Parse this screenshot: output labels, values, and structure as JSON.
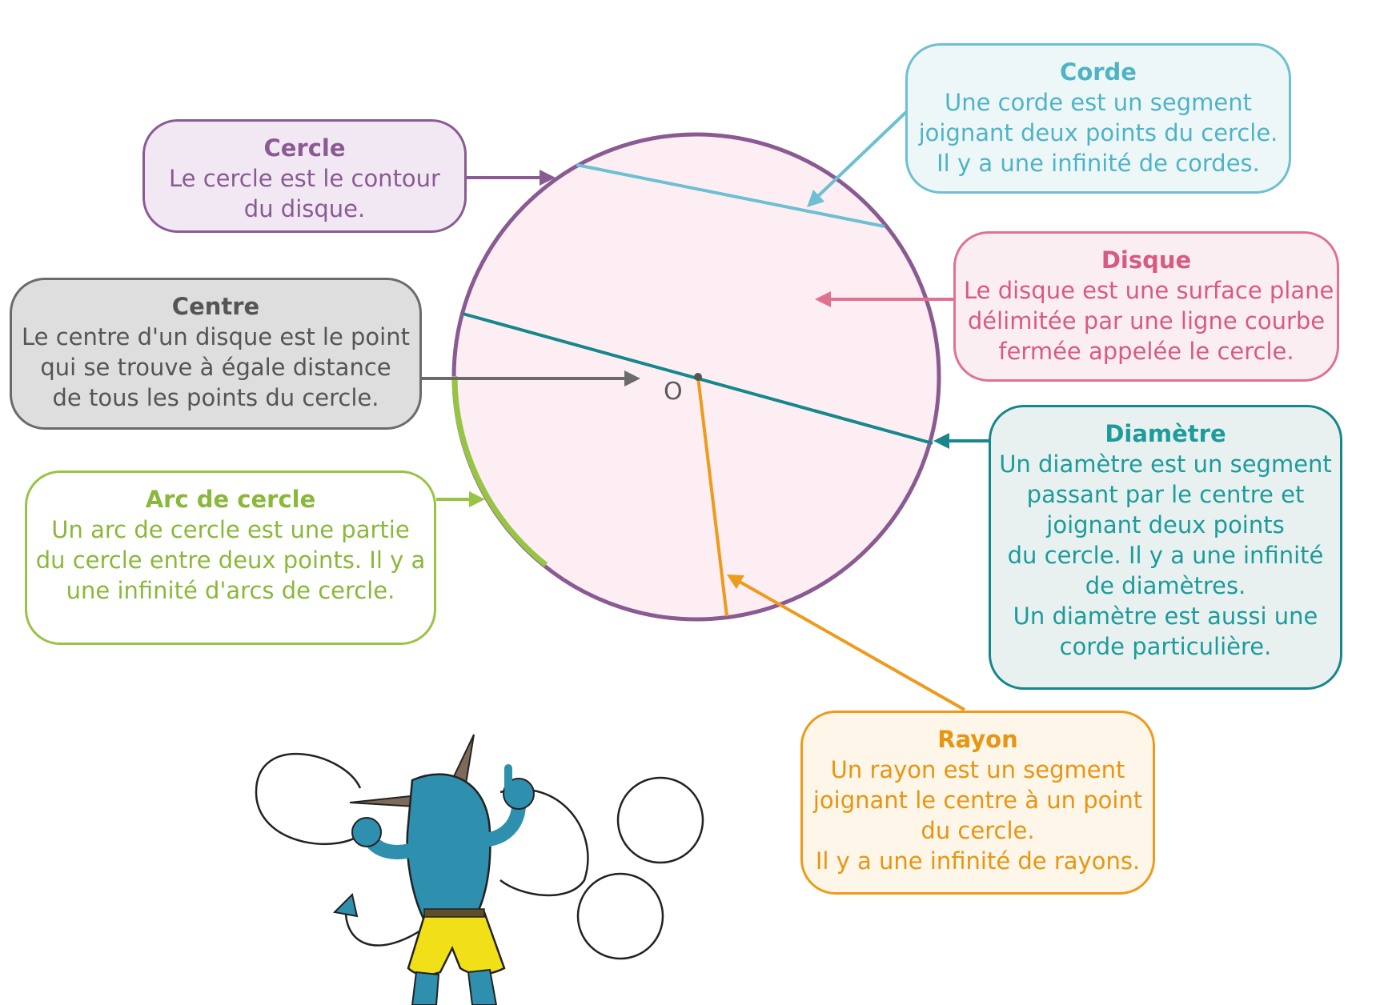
{
  "center_point_label": "O",
  "colors": {
    "cercle": "#8a5a93",
    "corde": "#6cc0d2",
    "disque": "#e0728f",
    "centre": "#6b6b6b",
    "diametre": "#16878a",
    "arc": "#98c444",
    "rayon": "#ee9a1a",
    "disc_fill": "#fdeef4"
  },
  "cards": {
    "cercle": {
      "title": "Cercle",
      "lines": [
        "Le cercle est le contour",
        "du disque."
      ]
    },
    "corde": {
      "title": "Corde",
      "lines": [
        "Une corde est un segment",
        "joignant deux points du cercle.",
        "Il y a une infinité de cordes."
      ]
    },
    "disque": {
      "title": "Disque",
      "lines": [
        "Le disque est une surface plane",
        "délimitée par une ligne courbe",
        "fermée appelée le cercle."
      ]
    },
    "centre": {
      "title": "Centre",
      "lines": [
        "Le centre d'un disque est le point",
        "qui se trouve à égale distance",
        "de tous les points du cercle."
      ]
    },
    "diametre": {
      "title": "Diamètre",
      "lines": [
        "Un diamètre est un segment",
        "passant par le centre et",
        "joignant deux points",
        "du cercle. Il y a une infinité",
        "de diamètres.",
        "Un diamètre est aussi une",
        "corde particulière."
      ]
    },
    "arc": {
      "title": "Arc de cercle",
      "lines": [
        "Un arc de cercle est une partie",
        "du cercle entre deux points. Il y a",
        "une infinité d'arcs de cercle."
      ]
    },
    "rayon": {
      "title": "Rayon",
      "lines": [
        "Un rayon est un segment",
        "joignant le centre à un point",
        "du cercle.",
        "Il y a une infinité de rayons."
      ]
    }
  }
}
